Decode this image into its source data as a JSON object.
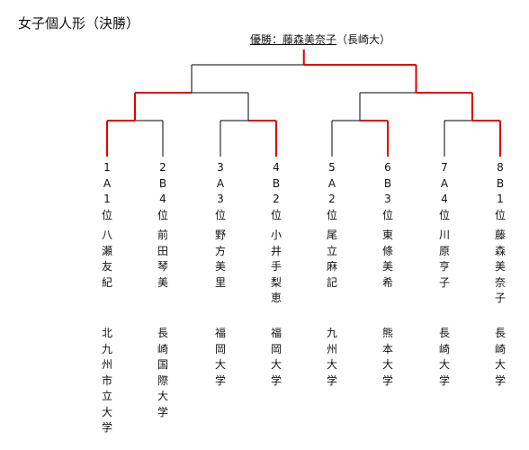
{
  "title": "女子個人形（決勝）",
  "champion": {
    "label": "優勝：藤森美奈子",
    "affiliation": "（長崎大）"
  },
  "colors": {
    "line": "#000000",
    "winner": "#e00000"
  },
  "players": [
    {
      "seed": "1A1位",
      "name": "八瀬友紀",
      "univ": "北九州市立大学"
    },
    {
      "seed": "2B4位",
      "name": "前田琴美",
      "univ": "長崎国際大学"
    },
    {
      "seed": "3A3位",
      "name": "野方美里",
      "univ": "福岡大学"
    },
    {
      "seed": "4B2位",
      "name": "小井手梨恵",
      "univ": "福岡大学"
    },
    {
      "seed": "5A2位",
      "name": "尾立麻記",
      "univ": "九州大学"
    },
    {
      "seed": "6B3位",
      "name": "東條美希",
      "univ": "熊本大学"
    },
    {
      "seed": "7A4位",
      "name": "川原亨子",
      "univ": "長崎大学"
    },
    {
      "seed": "8B1位",
      "name": "藤森美奈子",
      "univ": "長崎大学"
    }
  ],
  "results": {
    "round1_winners": [
      1,
      4,
      6,
      8
    ],
    "semifinal_winners": [
      1,
      8
    ],
    "final_winner": 8
  }
}
